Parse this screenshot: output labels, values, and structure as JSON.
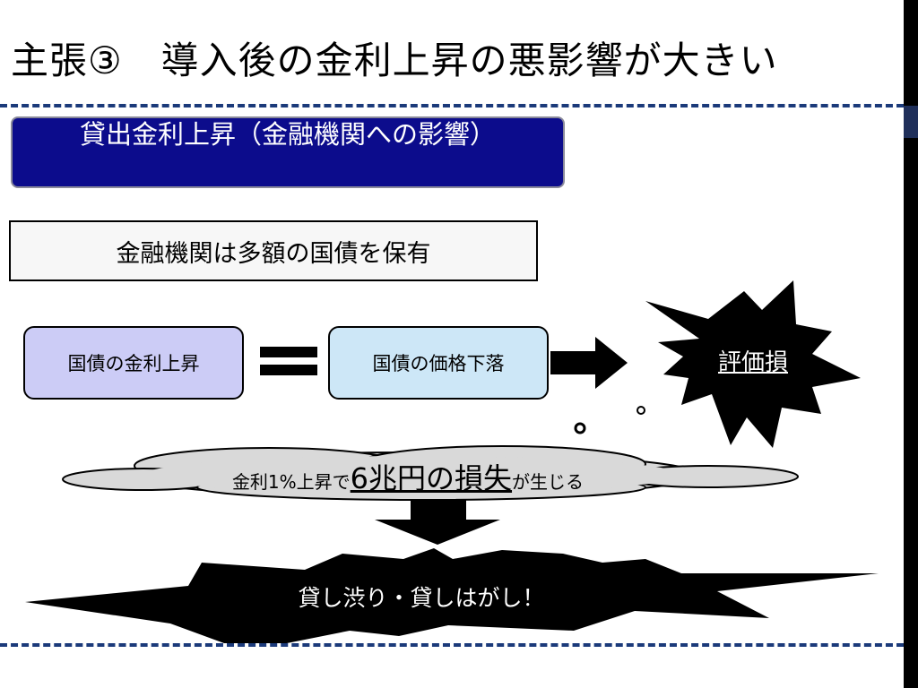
{
  "slide": {
    "title": "主張③　導入後の金利上昇の悪影響が大きい",
    "header": "貸出金利上昇（金融機関への影響）",
    "fact": "金融機関は多額の国債を保有",
    "cause": "国債の金利上昇",
    "effect": "国債の価格下落",
    "result": "評価損",
    "loss": {
      "prefix": "金利1%上昇で",
      "highlight": "6兆円の損失",
      "suffix": "が生じる"
    },
    "conclusion": "貸し渋り・貸しはがし！"
  },
  "colors": {
    "header_bg": "#0c0c8c",
    "rule": "#1b3a7a",
    "cause_bg": "#ccccf6",
    "effect_bg": "#cde7f7",
    "cloud_bg": "#d9d9d9"
  }
}
